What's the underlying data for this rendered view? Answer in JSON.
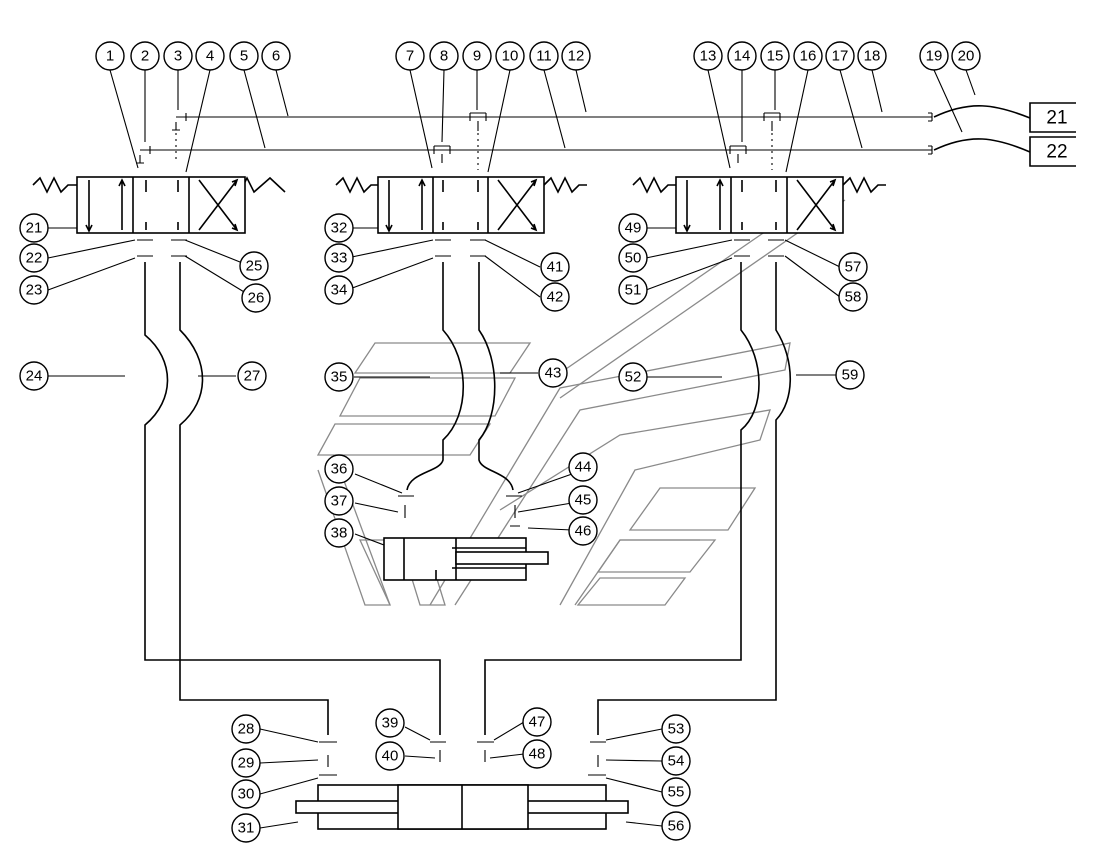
{
  "callouts": [
    "1",
    "2",
    "3",
    "4",
    "5",
    "6",
    "7",
    "8",
    "9",
    "10",
    "11",
    "12",
    "13",
    "14",
    "15",
    "16",
    "17",
    "18",
    "19",
    "20",
    "21",
    "22",
    "23",
    "24",
    "25",
    "26",
    "27",
    "28",
    "29",
    "30",
    "31",
    "32",
    "33",
    "34",
    "35",
    "36",
    "37",
    "38",
    "39",
    "40",
    "41",
    "42",
    "43",
    "44",
    "45",
    "46",
    "47",
    "48",
    "49",
    "50",
    "51",
    "52",
    "53",
    "54",
    "55",
    "56",
    "57",
    "58",
    "59"
  ],
  "ref_boxes": {
    "upper": "21",
    "lower": "22"
  }
}
